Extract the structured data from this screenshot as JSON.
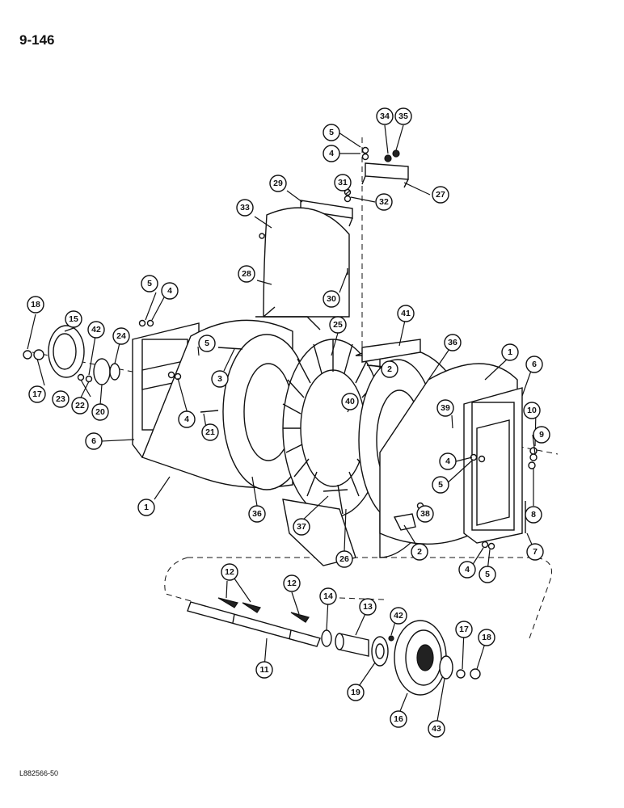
{
  "page_number": "9-146",
  "figure_code": "L882566-50",
  "callouts": [
    "5",
    "4",
    "34",
    "35",
    "31",
    "32",
    "27",
    "29",
    "33",
    "28",
    "30",
    "5",
    "4",
    "18",
    "15",
    "42",
    "24",
    "17",
    "23",
    "22",
    "20",
    "25",
    "41",
    "36",
    "1",
    "6",
    "5",
    "3",
    "2",
    "40",
    "39",
    "10",
    "9",
    "4",
    "6",
    "21",
    "4",
    "5",
    "8",
    "1",
    "36",
    "37",
    "26",
    "38",
    "2",
    "7",
    "4",
    "5",
    "12",
    "12",
    "14",
    "13",
    "42",
    "11",
    "19",
    "16",
    "43",
    "17",
    "18"
  ]
}
